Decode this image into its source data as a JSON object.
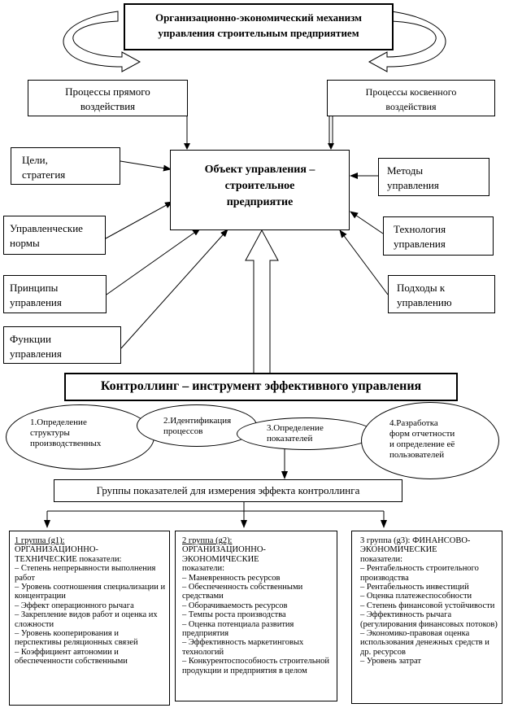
{
  "header": {
    "title": "Организационно-экономический механизм\nуправления строительным предприятием"
  },
  "processes": {
    "direct": "Процессы прямого\nвоздействия",
    "indirect": "Процессы косвенного\nвоздействия"
  },
  "object": {
    "title": "Объект управления –\nстроительное\nпредприятие"
  },
  "left_factors": [
    "Цели,\nстратегия",
    "Управленческие\nнормы",
    "Принципы\nуправления",
    "Функции\nуправления"
  ],
  "right_factors": [
    "Методы\nуправления",
    "Технология\nуправления",
    "Подходы к\nуправлению"
  ],
  "controlling": {
    "title": "Контроллинг – инструмент эффективного управления"
  },
  "steps": [
    "1.Определение\nструктуры\nпроизводственных",
    "2.Идентификация\nпроцессов",
    "3.Определение\nпоказателей",
    "4.Разработка\nформ отчетности\nи определение её\nпользователей"
  ],
  "groups_title": "Группы показателей для измерения эффекта контроллинга",
  "groups": [
    {
      "head": "1 группа (g1):",
      "subtitle": "ОРГАНИЗАЦИОННО-\nТЕХНИЧЕСКИЕ показатели:",
      "items": [
        "– Степень непрерывности выполнения работ",
        "– Уровень соотношения специализации и концентрации",
        "– Эффект операционного рычага",
        "– Закрепление видов работ и оценка их сложности",
        "– Уровень кооперирования и перспективы реляционных связей",
        "– Коэффициент автономии и обеспеченности собственными"
      ]
    },
    {
      "head": "2 группа (g2):",
      "subtitle": "ОРГАНИЗАЦИОННО-\nЭКОНОМИЧЕСКИЕ\nпоказатели:",
      "items": [
        "– Маневренность ресурсов",
        "– Обеспеченность собственными средствами",
        "– Оборачиваемость ресурсов",
        "– Темпы роста производства",
        "– Оценка потенциала развития предприятия",
        "– Эффективность маркетинговых технологий",
        "– Конкурентоспособность строительной продукции и предприятия в целом"
      ]
    },
    {
      "head": "3 группа (g3): ФИНАНСОВО-\nЭКОНОМИЧЕСКИЕ",
      "subtitle": "показатели:",
      "items": [
        "– Рентабельность строительного производства",
        "– Рентабельность инвестиций",
        "– Оценка платежеспособности",
        "– Степень финансовой устойчивости",
        "– Эффективность рычага (регулирования финансовых потоков)",
        "– Экономико-правовая оценка использования денежных средств и др. ресурсов",
        "– Уровень затрат"
      ]
    }
  ]
}
